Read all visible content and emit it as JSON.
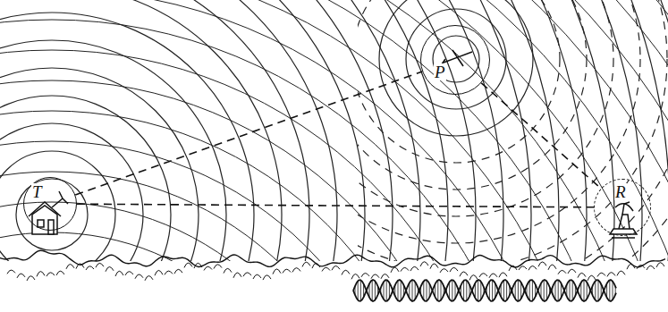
{
  "diagram": {
    "nodes": [
      {
        "text": [
          "T"
        ]
      },
      {
        "text": [
          "P"
        ]
      },
      {
        "text": [
          "R"
        ]
      }
    ],
    "edges": [
      {
        "from": 0,
        "to": 1,
        "arrow": "none"
      },
      {
        "from": 1,
        "to": 2,
        "arrow": "none"
      },
      {
        "from": 0,
        "to": 2,
        "arrow": "none"
      }
    ]
  }
}
